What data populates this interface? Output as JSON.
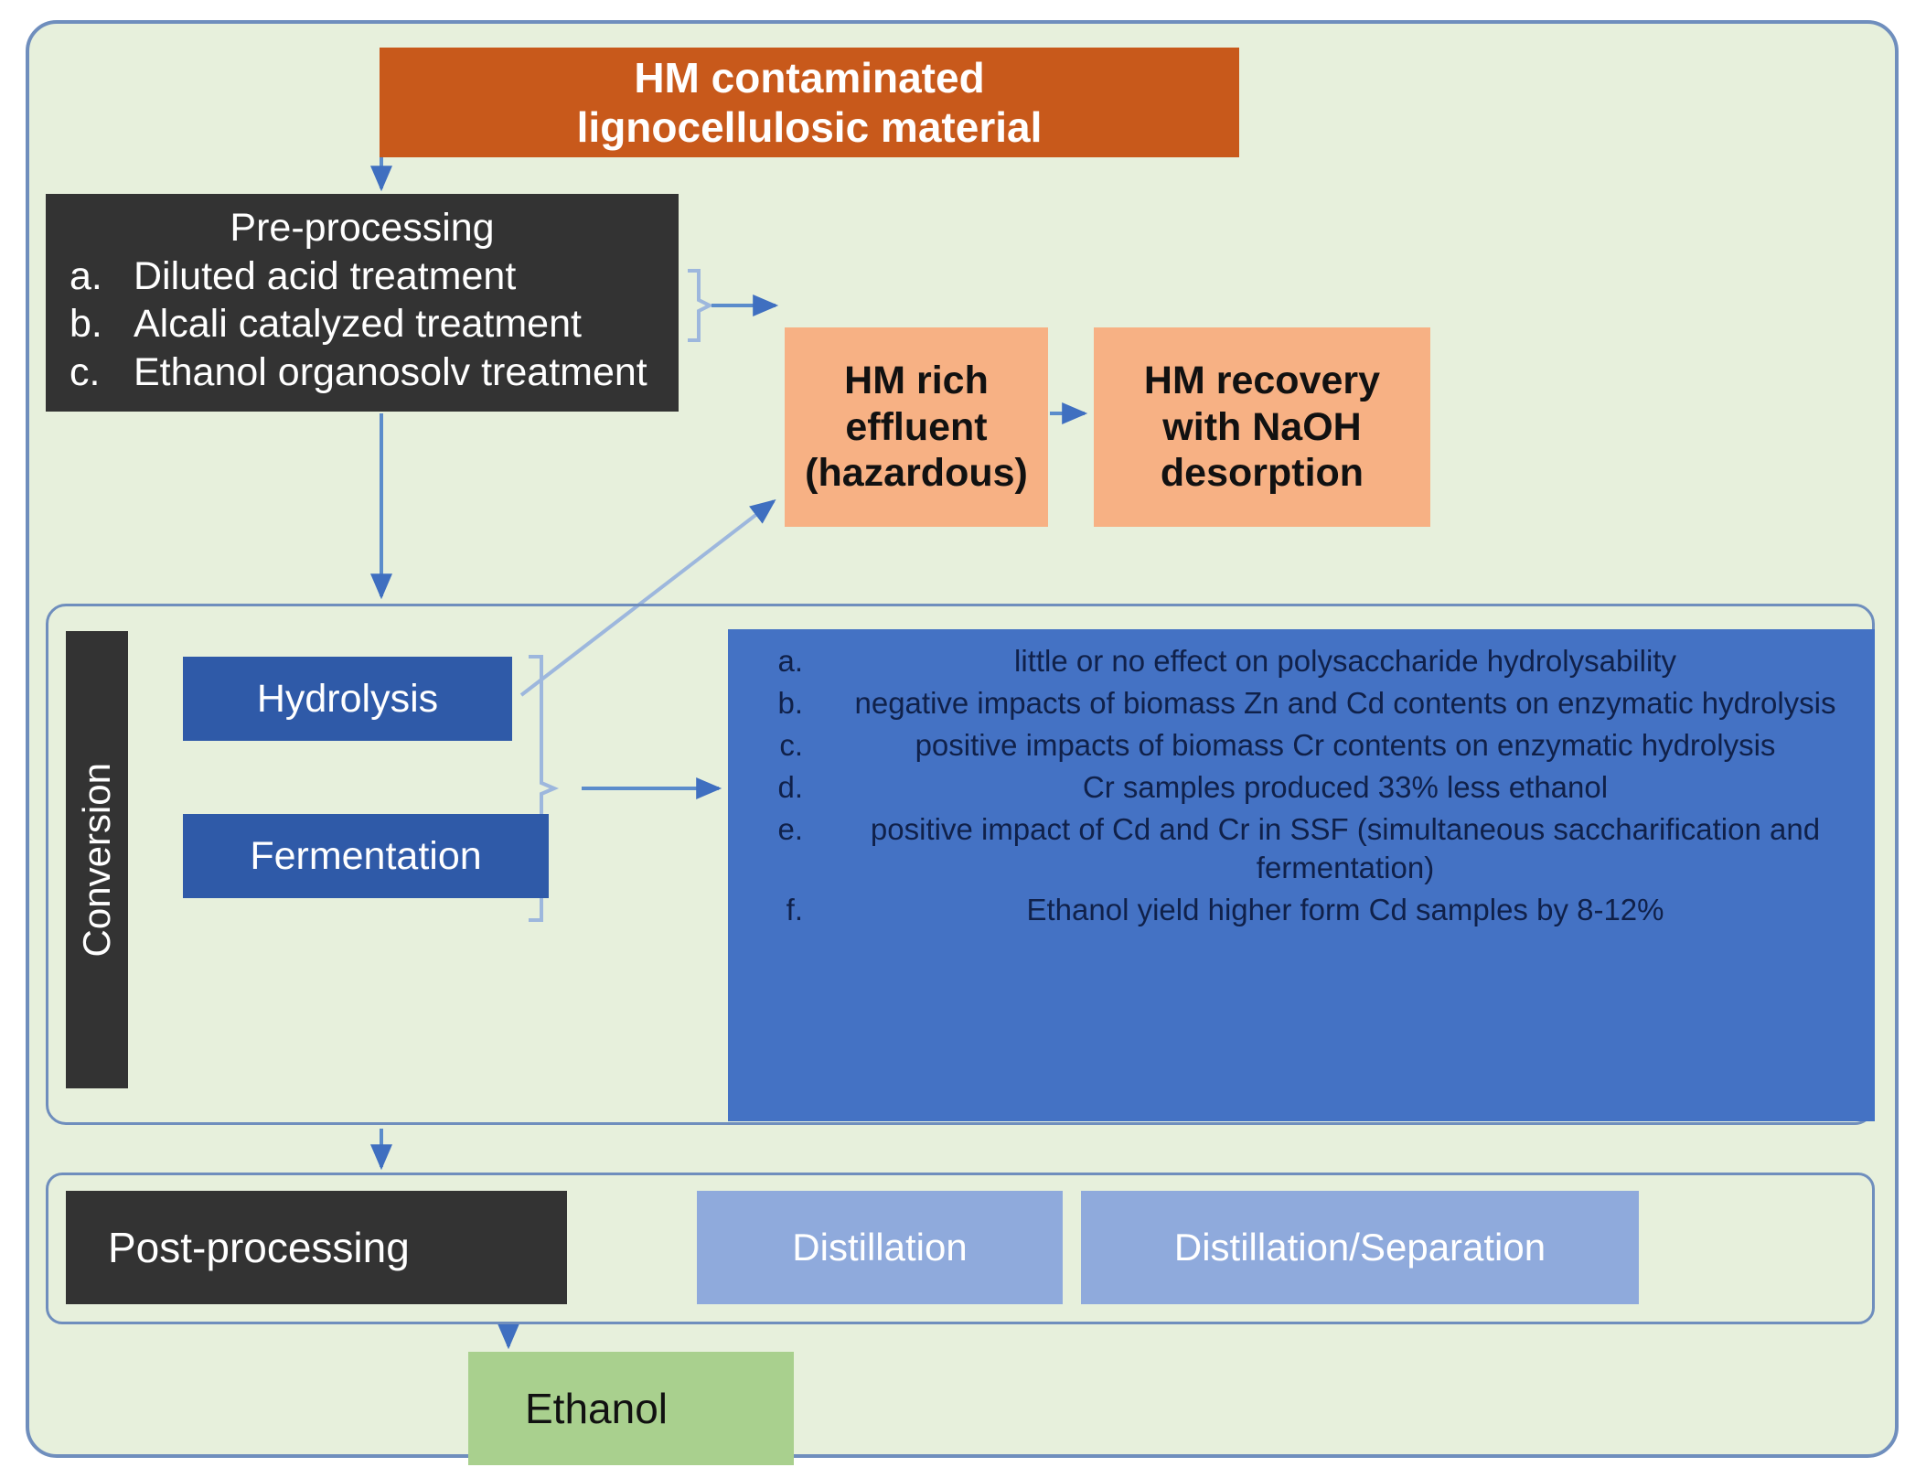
{
  "diagram": {
    "title": "HM contaminated lignocellulosic biomass to ethanol process flow",
    "colors": {
      "frame_background": "#e7f0dc",
      "frame_border": "#6f8ebd",
      "feedstock": "#c8591b",
      "process_dark": "#333333",
      "hm_peach": "#f7b184",
      "stage_blue": "#2f5aa8",
      "findings_blue": "#4472c4",
      "distillation_blue": "#8faadc",
      "product_green": "#a9d08e",
      "arrow": "#3f6fc0",
      "brace": "#9db7dd"
    }
  },
  "feedstock": {
    "line1": "HM contaminated",
    "line2": "lignocellulosic material"
  },
  "preprocessing": {
    "title": "Pre-processing",
    "steps": [
      {
        "marker": "a.",
        "text": "Diluted acid treatment"
      },
      {
        "marker": "b.",
        "text": "Alcali catalyzed treatment"
      },
      {
        "marker": "c.",
        "text": "Ethanol organosolv treatment"
      }
    ]
  },
  "hm_effluent": {
    "line1": "HM rich",
    "line2": "effluent",
    "line3": "(hazardous)"
  },
  "hm_recovery": {
    "line1": "HM recovery",
    "line2": "with NaOH",
    "line3": "desorption"
  },
  "conversion": {
    "label": "Conversion",
    "hydrolysis": "Hydrolysis",
    "fermentation": "Fermentation",
    "findings": [
      {
        "marker": "a.",
        "text": "little or no effect on polysaccharide hydrolysability"
      },
      {
        "marker": "b.",
        "text": "negative impacts of biomass Zn and Cd contents on enzymatic hydrolysis"
      },
      {
        "marker": "c.",
        "text": "positive impacts of biomass Cr contents on enzymatic hydrolysis"
      },
      {
        "marker": "d.",
        "text": "Cr samples produced 33% less ethanol"
      },
      {
        "marker": "e.",
        "text": "positive impact of Cd and Cr in SSF (simultaneous saccharification and fermentation)"
      },
      {
        "marker": "f.",
        "text": "Ethanol yield higher form Cd samples by 8-12%"
      }
    ]
  },
  "postprocessing": {
    "label": "Post-processing",
    "distillation": "Distillation",
    "distillation_separation": "Distillation/Separation"
  },
  "product": {
    "label": "Ethanol"
  }
}
